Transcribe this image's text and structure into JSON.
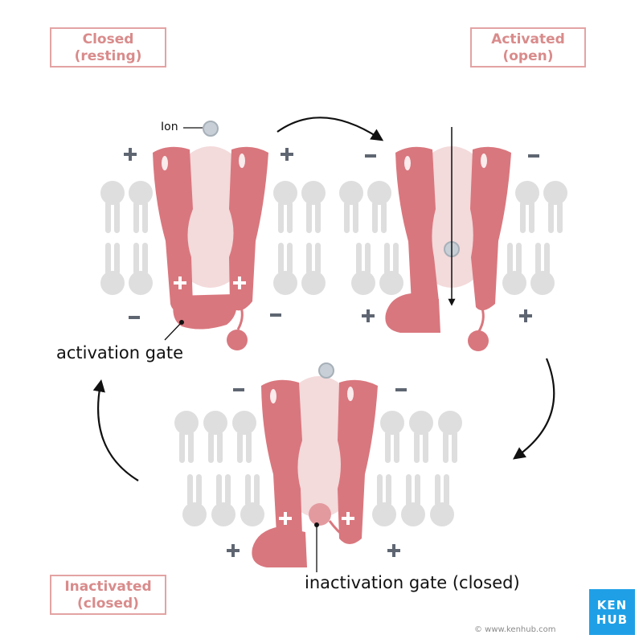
{
  "states": {
    "closed": {
      "line1": "Closed",
      "line2": "(resting)"
    },
    "activated": {
      "line1": "Activated",
      "line2": "(open)"
    },
    "inactivated": {
      "line1": "Inactivated",
      "line2": "(closed)"
    }
  },
  "annotations": {
    "ion": "Ion",
    "activation_gate": "activation gate",
    "inactivation_gate": "inactivation gate (closed)"
  },
  "logo": {
    "line1": "KEN",
    "line2": "HUB"
  },
  "copyright": "© www.kenhub.com",
  "colors": {
    "channel": "#d9777e",
    "channel_dark": "#c25e66",
    "pore": "#f3dadb",
    "lipid": "#dedede",
    "charge": "#5f6672",
    "label": "#d98b8b",
    "logo": "#1fa0e6"
  }
}
